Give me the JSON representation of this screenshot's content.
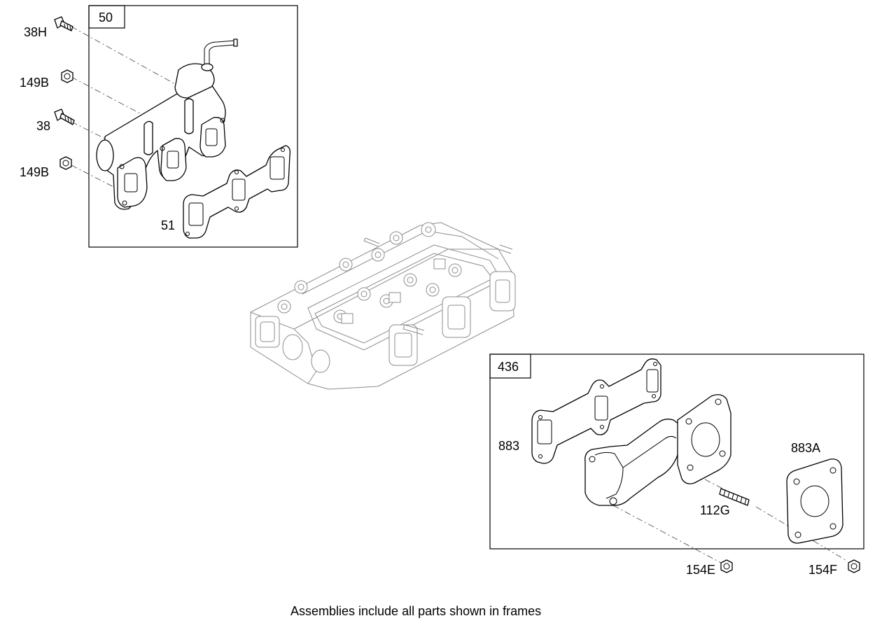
{
  "frames": {
    "upper": {
      "label": "50"
    },
    "lower": {
      "label": "436"
    }
  },
  "callouts": {
    "bolt_38h": "38H",
    "nut_149b_top": "149B",
    "bolt_38": "38",
    "nut_149b_bottom": "149B",
    "gasket_51": "51",
    "gasket_883": "883",
    "gasket_883a": "883A",
    "stud_112g": "112G",
    "nut_154e": "154E",
    "nut_154f": "154F"
  },
  "caption": "Assemblies include all parts shown in frames"
}
